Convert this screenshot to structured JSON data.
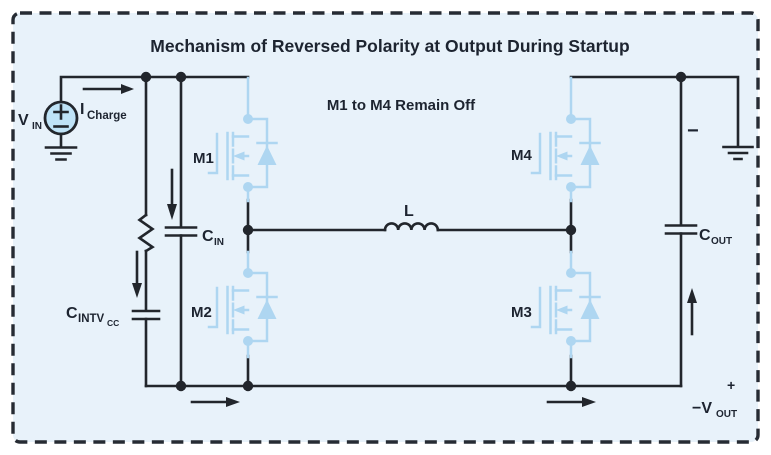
{
  "title": "Mechanism of Reversed Polarity at Output During Startup",
  "annotation": "M1 to M4 Remain Off",
  "labels": {
    "vin": "V",
    "vin_sub": "IN",
    "icharge": "I",
    "icharge_sub": "Charge",
    "m1": "M1",
    "m2": "M2",
    "m3": "M3",
    "m4": "M4",
    "cin": "C",
    "cin_sub": "IN",
    "cintvcc": "C",
    "cintvcc_sub": "INTV",
    "cintvcc_subsub": "CC",
    "inductor": "L",
    "cout": "C",
    "cout_sub": "OUT",
    "output_minus": "−",
    "output_plus": "+",
    "vout": "−V",
    "vout_sub": "OUT"
  },
  "colors": {
    "background": "#e8f2fa",
    "border": "#262b33",
    "line_black": "#22262c",
    "line_blue": "#aed6f1",
    "source_fill": "#bfe3f7",
    "text": "#1d2430"
  }
}
